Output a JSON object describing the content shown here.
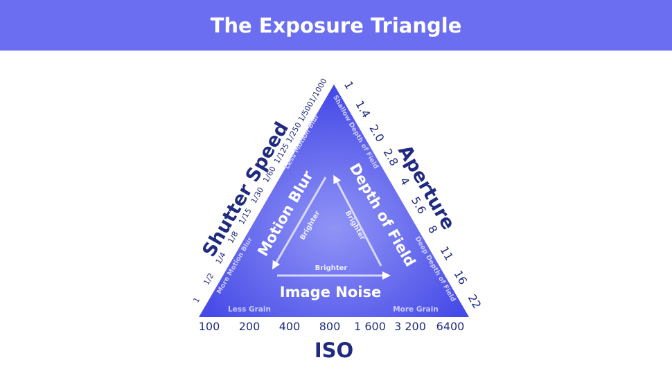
{
  "title": "The Exposure Triangle",
  "colors": {
    "header": "#6b6ef0",
    "triangle_light": "#9094f6",
    "triangle_dark": "#4549e6",
    "label_dark": "#1f2a80",
    "inner_text": "#c9cbfb"
  },
  "shutter": {
    "label": "Shutter Speed",
    "values": [
      "1",
      "1/2",
      "1/4",
      "1/8",
      "1/15",
      "1/30",
      "1/60",
      "1/125",
      "1/250",
      "1/500",
      "1/1000"
    ],
    "less": "Less Motion Blur",
    "more": "More Motion Blur",
    "effect": "Motion Blur",
    "brighter": "Brighter"
  },
  "aperture": {
    "label": "Aperture",
    "values": [
      "1",
      "1.4",
      "2.0",
      "2.8",
      "4",
      "5.6",
      "8",
      "11",
      "16",
      "22"
    ],
    "shallow": "Shallow Depth of Field",
    "deep": "Deep Depth of Field",
    "effect": "Depth of Field",
    "brighter": "Brighter"
  },
  "iso": {
    "label": "ISO",
    "values": [
      "100",
      "200",
      "400",
      "800",
      "1 600",
      "3 200",
      "6400"
    ],
    "less": "Less Grain",
    "more": "More Grain",
    "effect": "Image Noise",
    "brighter": "Brighter"
  }
}
